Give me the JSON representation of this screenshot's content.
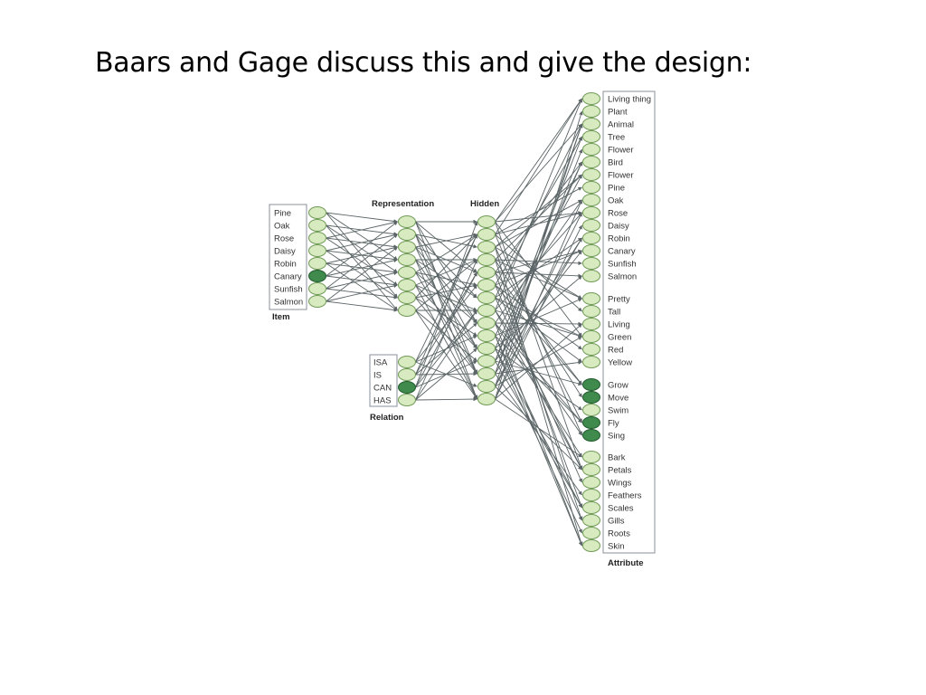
{
  "slide": {
    "title": "Baars and Gage discuss this and give the design:"
  },
  "network": {
    "headers": {
      "item": "Item",
      "representation": "Representation",
      "hidden": "Hidden",
      "relation": "Relation",
      "attribute": "Attribute"
    },
    "item_units": [
      {
        "label": "Pine",
        "active": false
      },
      {
        "label": "Oak",
        "active": false
      },
      {
        "label": "Rose",
        "active": false
      },
      {
        "label": "Daisy",
        "active": false
      },
      {
        "label": "Robin",
        "active": false
      },
      {
        "label": "Canary",
        "active": true
      },
      {
        "label": "Sunfish",
        "active": false
      },
      {
        "label": "Salmon",
        "active": false
      }
    ],
    "relation_units": [
      {
        "label": "ISA",
        "active": false
      },
      {
        "label": "IS",
        "active": false
      },
      {
        "label": "CAN",
        "active": true
      },
      {
        "label": "HAS",
        "active": false
      }
    ],
    "attribute_groups": [
      [
        {
          "label": "Living thing",
          "active": false
        },
        {
          "label": "Plant",
          "active": false
        },
        {
          "label": "Animal",
          "active": false
        },
        {
          "label": "Tree",
          "active": false
        },
        {
          "label": "Flower",
          "active": false
        },
        {
          "label": "Bird",
          "active": false
        },
        {
          "label": "Flower",
          "active": false
        },
        {
          "label": "Pine",
          "active": false
        },
        {
          "label": "Oak",
          "active": false
        },
        {
          "label": "Rose",
          "active": false
        },
        {
          "label": "Daisy",
          "active": false
        },
        {
          "label": "Robin",
          "active": false
        },
        {
          "label": "Canary",
          "active": false
        },
        {
          "label": "Sunfish",
          "active": false
        },
        {
          "label": "Salmon",
          "active": false
        }
      ],
      [
        {
          "label": "Pretty",
          "active": false
        },
        {
          "label": "Tall",
          "active": false
        },
        {
          "label": "Living",
          "active": false
        },
        {
          "label": "Green",
          "active": false
        },
        {
          "label": "Red",
          "active": false
        },
        {
          "label": "Yellow",
          "active": false
        }
      ],
      [
        {
          "label": "Grow",
          "active": true
        },
        {
          "label": "Move",
          "active": true
        },
        {
          "label": "Swim",
          "active": false
        },
        {
          "label": "Fly",
          "active": true
        },
        {
          "label": "Sing",
          "active": true
        }
      ],
      [
        {
          "label": "Bark",
          "active": false
        },
        {
          "label": "Petals",
          "active": false
        },
        {
          "label": "Wings",
          "active": false
        },
        {
          "label": "Feathers",
          "active": false
        },
        {
          "label": "Scales",
          "active": false
        },
        {
          "label": "Gills",
          "active": false
        },
        {
          "label": "Roots",
          "active": false
        },
        {
          "label": "Skin",
          "active": false
        }
      ]
    ],
    "representation_unit_count": 8,
    "hidden_unit_count": 15,
    "colors": {
      "unit_fill": "#d8ebc0",
      "unit_stroke": "#6f9a55",
      "active_fill": "#3f8a4c",
      "active_stroke": "#1f5a2c",
      "connection": "#5b6466",
      "box_stroke": "#8a8f99"
    }
  }
}
